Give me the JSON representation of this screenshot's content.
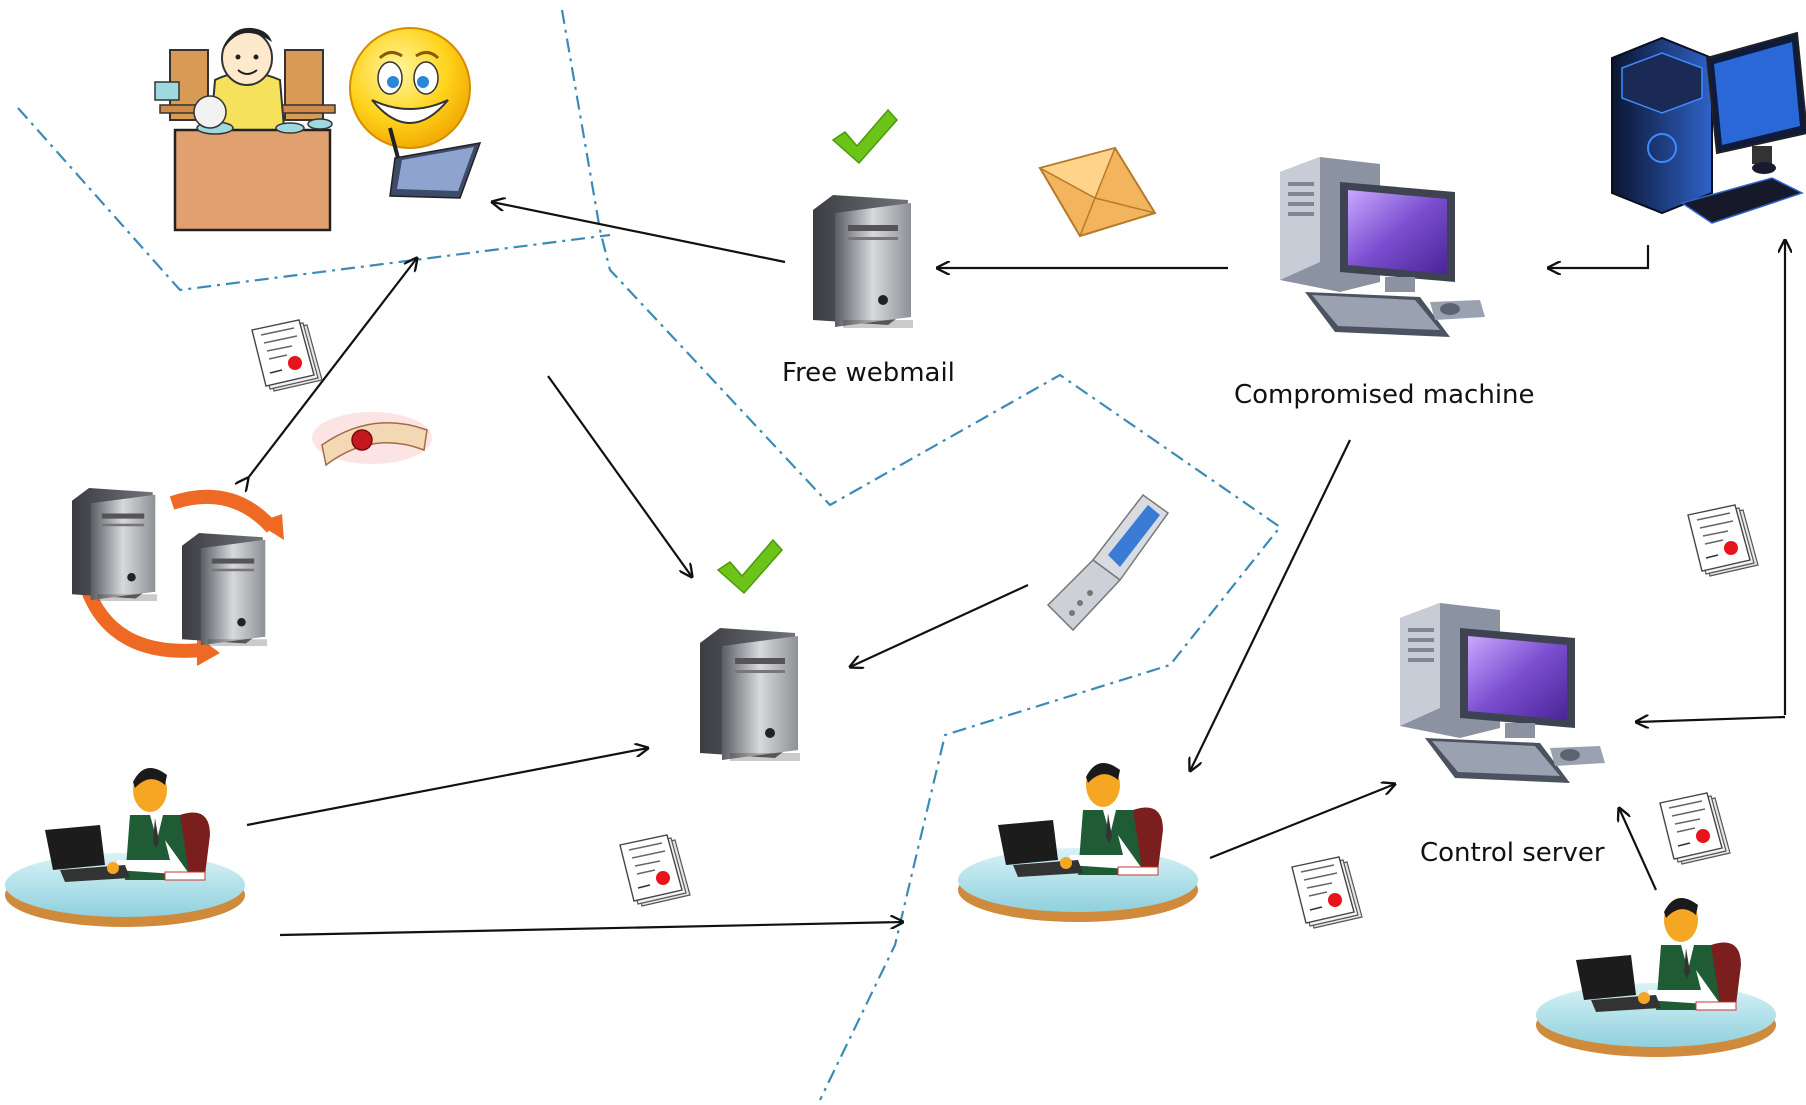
{
  "labels": {
    "free_webmail": "Free webmail",
    "compromised_machine": "Compromised machine",
    "control_server": "Control server"
  },
  "nodes": [
    {
      "id": "cafe",
      "icon": "internet-cafe-attendant-icon"
    },
    {
      "id": "smiley",
      "icon": "smiley-laptop-icon"
    },
    {
      "id": "webmail",
      "icon": "server-tower-icon"
    },
    {
      "id": "compromised",
      "icon": "desktop-computer-icon"
    },
    {
      "id": "gaming_pc",
      "icon": "gaming-pc-icon"
    },
    {
      "id": "sync_servers",
      "icon": "server-sync-icon"
    },
    {
      "id": "central_server",
      "icon": "server-tower-icon"
    },
    {
      "id": "phone",
      "icon": "flip-phone-icon"
    },
    {
      "id": "operator_left",
      "icon": "operator-at-desk-icon"
    },
    {
      "id": "operator_mid",
      "icon": "operator-at-desk-icon"
    },
    {
      "id": "control_server",
      "icon": "desktop-computer-icon"
    },
    {
      "id": "operator_right",
      "icon": "operator-at-desk-icon"
    }
  ],
  "colors": {
    "boundary": "#3c8ab8",
    "arrow": "#111111",
    "check": "#6cc418",
    "envelope": "#f2b45c",
    "screen": "#7b4ed0",
    "sync_arrow": "#ee6a24"
  }
}
